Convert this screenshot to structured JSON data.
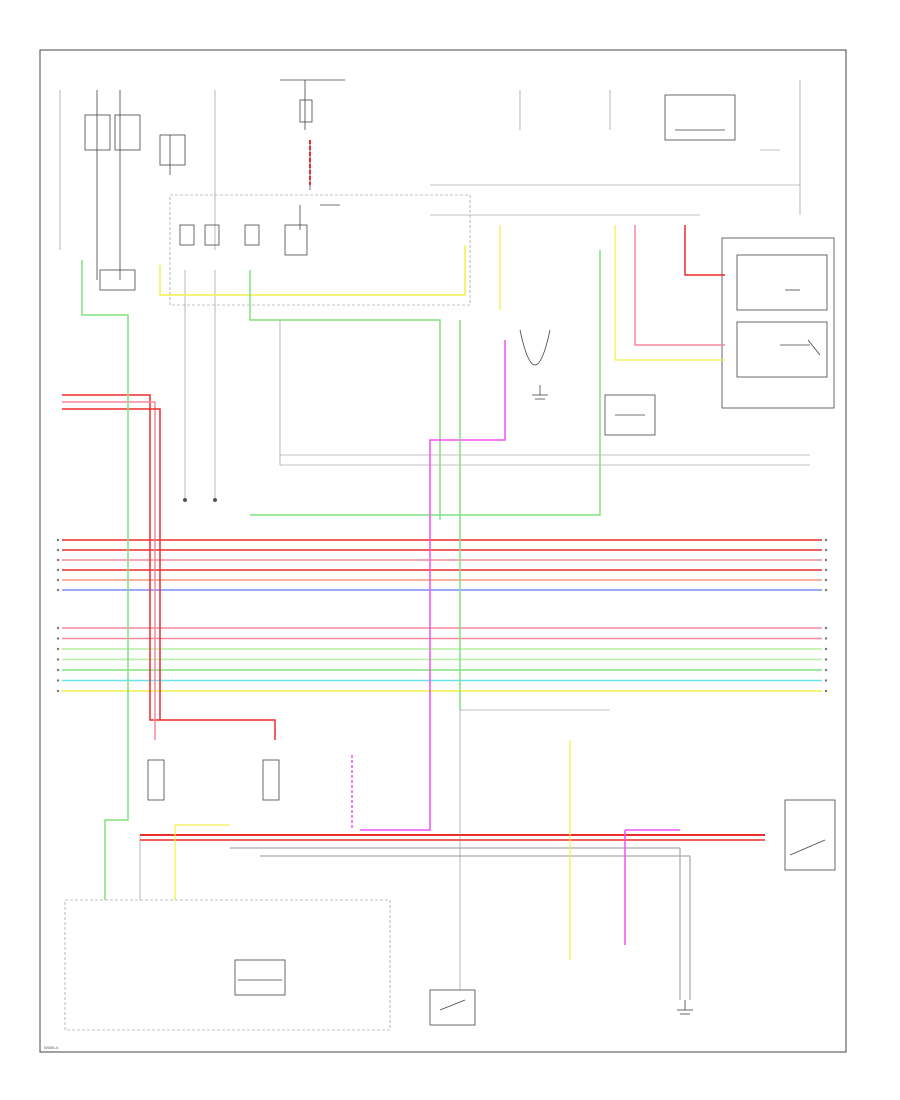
{
  "diagram": {
    "footer_code": "W006-4"
  },
  "colors": {
    "red": "#ee2b2b",
    "pink": "#f48a9a",
    "salmon": "#f39a78",
    "blue": "#7f8cf5",
    "green": "#7fe27f",
    "light_green": "#b6f0a0",
    "cyan": "#6be2ee",
    "yellow": "#f0f04a",
    "magenta": "#f050f0",
    "gray": "#b8b8b8",
    "outline": "#444444"
  },
  "bus": {
    "group_a": [
      {
        "color": "red"
      },
      {
        "color": "red"
      },
      {
        "color": "pink"
      },
      {
        "color": "red"
      },
      {
        "color": "salmon"
      },
      {
        "color": "blue"
      }
    ],
    "group_b": [
      {
        "color": "pink"
      },
      {
        "color": "pink"
      },
      {
        "color": "light_green"
      },
      {
        "color": "light_green"
      },
      {
        "color": "green"
      },
      {
        "color": "cyan"
      },
      {
        "color": "yellow"
      }
    ]
  }
}
